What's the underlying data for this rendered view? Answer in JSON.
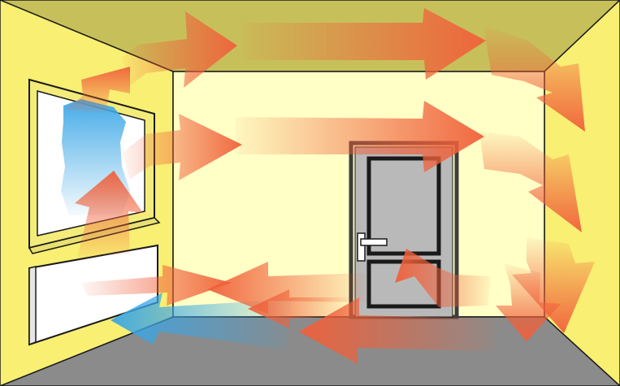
{
  "colors": {
    "ceiling": "#c7c05a",
    "back_wall": "#ffffc6",
    "side_wall_left": "#f8ef73",
    "side_wall_right": "#f8ef73",
    "floor": "#8b8b8b",
    "outline": "#1a1a1a",
    "door_fill": "#b9b9b9",
    "door_frame": "#3d3d3d",
    "window_glass": "#ffffff",
    "window_frame": "#f3ec7a",
    "radiator": "#ffffff",
    "warm_air": "#f0603a",
    "cold_air": "#3aa6e6"
  },
  "scene": {
    "objects": [
      "window",
      "radiator",
      "door",
      "door-handle"
    ],
    "airflow": {
      "warm_arrow_count": 15,
      "cold_arrow_count": 2
    }
  }
}
